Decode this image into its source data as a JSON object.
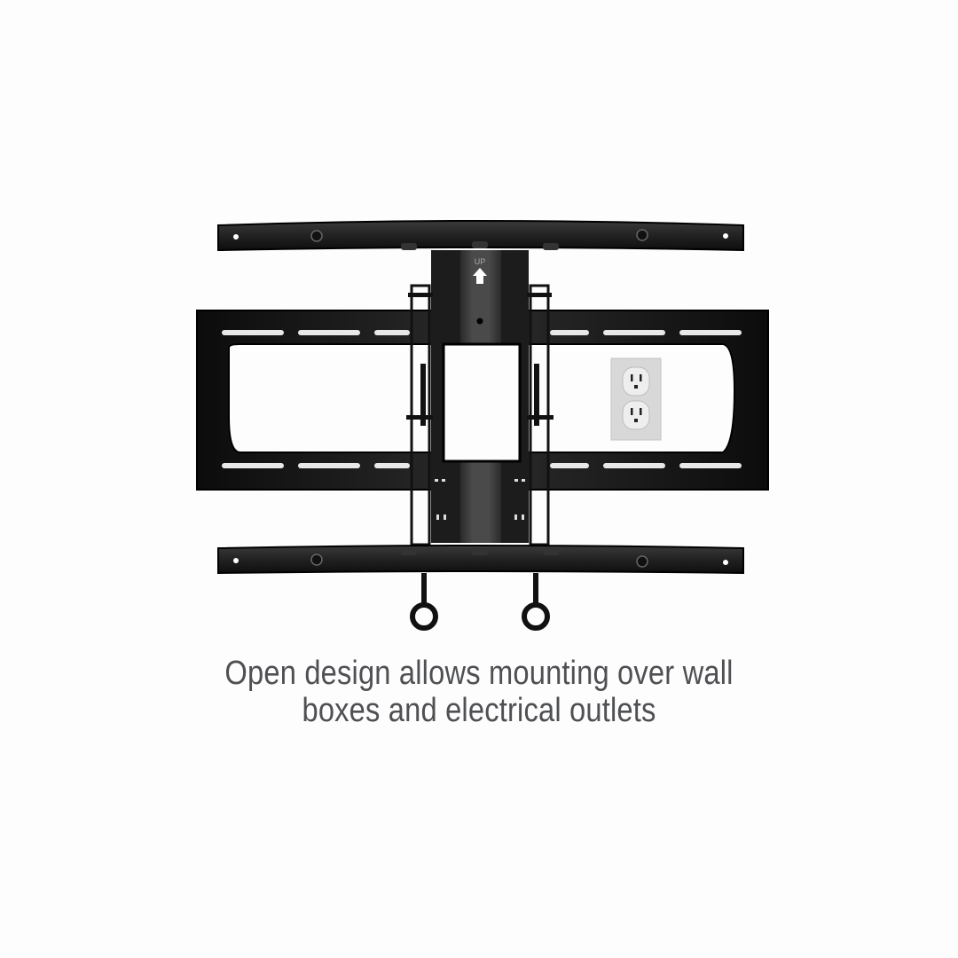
{
  "image": {
    "subject": "Full-motion TV wall mount bracket",
    "up_label": "UP",
    "icons": [
      "up-arrow-icon",
      "electrical-outlet-icon",
      "pull-ring-icon"
    ]
  },
  "caption": {
    "line1": "Open design allows mounting over wall",
    "line2": "boxes and electrical outlets"
  },
  "colors": {
    "background": "#fdfdfd",
    "mount_black": "#1a1a1a",
    "caption_text": "#4f5053",
    "outlet_plate": "#d9d9d9"
  }
}
